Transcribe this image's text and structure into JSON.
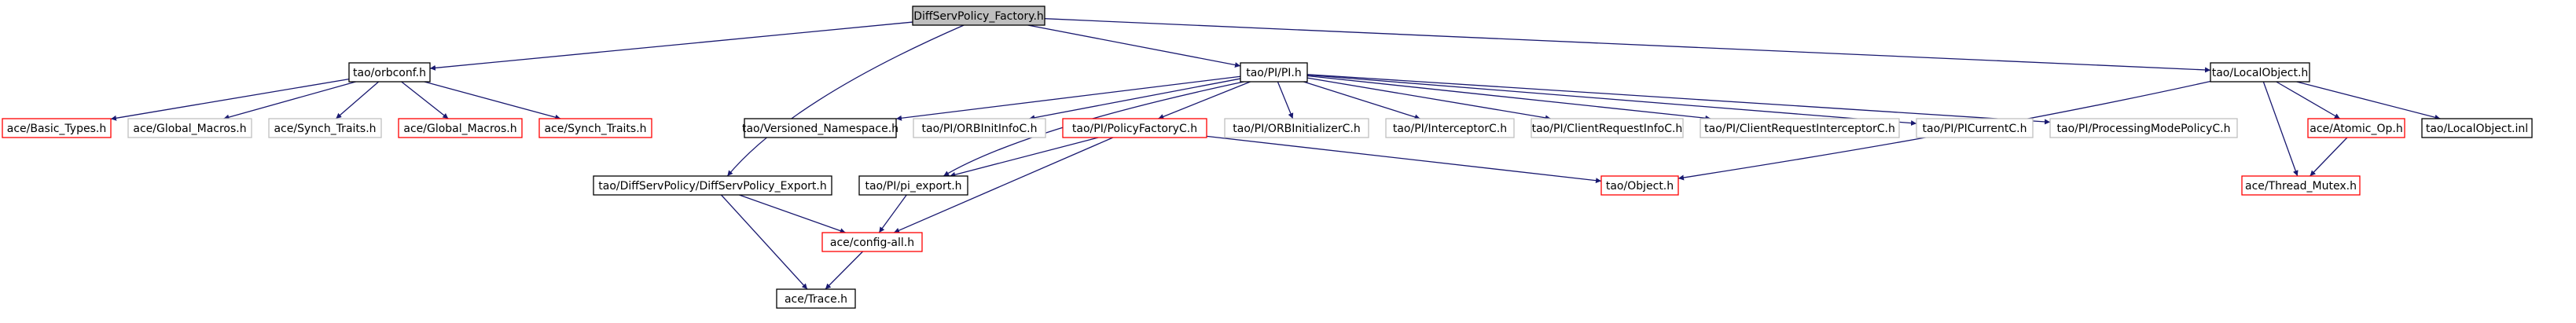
{
  "graph": {
    "colors": {
      "edge": "#191970",
      "border_default": "#000000",
      "border_missing": "#bfbfbf",
      "border_truncated": "#ff0000",
      "fill_root": "#bfbfbf",
      "fill_default": "#ffffff"
    },
    "nodes": [
      {
        "id": "root",
        "label": "DiffServPolicy_Factory.h",
        "style": "root"
      },
      {
        "id": "orbconf",
        "label": "tao/orbconf.h",
        "style": "default"
      },
      {
        "id": "pi",
        "label": "tao/PI/PI.h",
        "style": "default"
      },
      {
        "id": "localobject",
        "label": "tao/LocalObject.h",
        "style": "default"
      },
      {
        "id": "basic_types",
        "label": "ace/Basic_Types.h",
        "style": "truncated"
      },
      {
        "id": "global_macros_1",
        "label": "ace/Global_Macros.h",
        "style": "missing"
      },
      {
        "id": "synch_traits_1",
        "label": "ace/Synch_Traits.h",
        "style": "missing"
      },
      {
        "id": "global_macros_2",
        "label": "ace/Global_Macros.h",
        "style": "truncated"
      },
      {
        "id": "synch_traits_2",
        "label": "ace/Synch_Traits.h",
        "style": "truncated"
      },
      {
        "id": "versioned_ns",
        "label": "tao/Versioned_Namespace.h",
        "style": "default"
      },
      {
        "id": "orbinitinfoc",
        "label": "tao/PI/ORBInitInfoC.h",
        "style": "missing"
      },
      {
        "id": "policyfactoryc",
        "label": "tao/PI/PolicyFactoryC.h",
        "style": "truncated"
      },
      {
        "id": "orbinitializerc",
        "label": "tao/PI/ORBInitializerC.h",
        "style": "missing"
      },
      {
        "id": "interceptorc",
        "label": "tao/PI/InterceptorC.h",
        "style": "missing"
      },
      {
        "id": "clientrequestinfoc",
        "label": "tao/PI/ClientRequestInfoC.h",
        "style": "missing"
      },
      {
        "id": "clientrequestinterceptorc",
        "label": "tao/PI/ClientRequestInterceptorC.h",
        "style": "missing"
      },
      {
        "id": "picurrentc",
        "label": "tao/PI/PICurrentC.h",
        "style": "missing"
      },
      {
        "id": "processingmodepolicyc",
        "label": "tao/PI/ProcessingModePolicyC.h",
        "style": "missing"
      },
      {
        "id": "atomic_op",
        "label": "ace/Atomic_Op.h",
        "style": "truncated"
      },
      {
        "id": "localobject_inl",
        "label": "tao/LocalObject.inl",
        "style": "default"
      },
      {
        "id": "dsp_export",
        "label": "tao/DiffServPolicy/DiffServPolicy_Export.h",
        "style": "default"
      },
      {
        "id": "pi_export",
        "label": "tao/PI/pi_export.h",
        "style": "default"
      },
      {
        "id": "object",
        "label": "tao/Object.h",
        "style": "truncated"
      },
      {
        "id": "thread_mutex",
        "label": "ace/Thread_Mutex.h",
        "style": "truncated"
      },
      {
        "id": "config_all",
        "label": "ace/config-all.h",
        "style": "truncated"
      },
      {
        "id": "trace",
        "label": "ace/Trace.h",
        "style": "default"
      }
    ],
    "edges": [
      [
        "root",
        "orbconf"
      ],
      [
        "root",
        "pi"
      ],
      [
        "root",
        "localobject"
      ],
      [
        "root",
        "dsp_export"
      ],
      [
        "orbconf",
        "basic_types"
      ],
      [
        "orbconf",
        "global_macros_1"
      ],
      [
        "orbconf",
        "synch_traits_1"
      ],
      [
        "orbconf",
        "global_macros_2"
      ],
      [
        "orbconf",
        "synch_traits_2"
      ],
      [
        "pi",
        "versioned_ns"
      ],
      [
        "pi",
        "orbinitinfoc"
      ],
      [
        "pi",
        "policyfactoryc"
      ],
      [
        "pi",
        "orbinitializerc"
      ],
      [
        "pi",
        "interceptorc"
      ],
      [
        "pi",
        "clientrequestinfoc"
      ],
      [
        "pi",
        "clientrequestinterceptorc"
      ],
      [
        "pi",
        "picurrentc"
      ],
      [
        "pi",
        "processingmodepolicyc"
      ],
      [
        "pi",
        "pi_export"
      ],
      [
        "policyfactoryc",
        "pi_export"
      ],
      [
        "policyfactoryc",
        "object"
      ],
      [
        "policyfactoryc",
        "config_all"
      ],
      [
        "localobject",
        "object"
      ],
      [
        "localobject",
        "atomic_op"
      ],
      [
        "localobject",
        "thread_mutex"
      ],
      [
        "localobject",
        "localobject_inl"
      ],
      [
        "atomic_op",
        "thread_mutex"
      ],
      [
        "dsp_export",
        "config_all"
      ],
      [
        "dsp_export",
        "trace"
      ],
      [
        "pi_export",
        "config_all"
      ],
      [
        "config_all",
        "trace"
      ]
    ]
  }
}
